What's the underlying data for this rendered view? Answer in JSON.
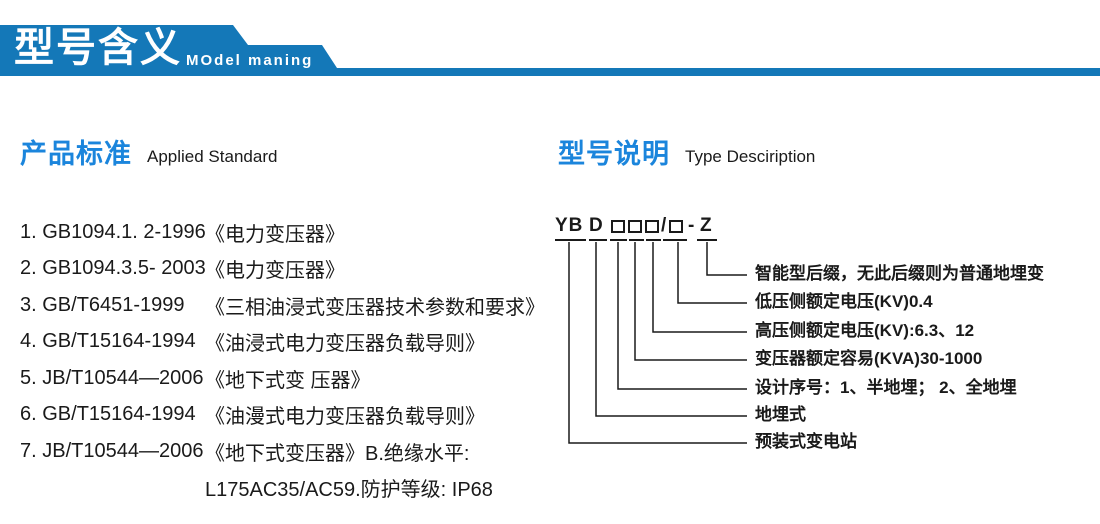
{
  "banner": {
    "title": "型号含义",
    "subtitle": "MOdel maning"
  },
  "standards": {
    "heading": "产品标准",
    "heading_en": "Applied Standard",
    "items": [
      {
        "code": "1. GB1094.1. 2-1996",
        "title": "《电力变压器》"
      },
      {
        "code": "2. GB1094.3.5- 2003",
        "title": "《电力变压器》"
      },
      {
        "code": "3. GB/T6451-1999",
        "title": "《三相油浸式变压器技术参数和要求》"
      },
      {
        "code": "4. GB/T15164-1994",
        "title": "《油浸式电力变压器负载导则》"
      },
      {
        "code": "5. JB/T10544—2006",
        "title": "《地下式变 压器》"
      },
      {
        "code": "6. GB/T15164-1994",
        "title": "《油漫式电力变压器负载导则》"
      },
      {
        "code": "7. JB/T10544—2006",
        "title": "《地下式变压器》B.绝缘水平:"
      },
      {
        "code": "",
        "title": "L175AC35/AC59.防护等级: IP68"
      }
    ]
  },
  "model": {
    "heading": "型号说明",
    "heading_en": "Type Desciription",
    "code": {
      "prefix": "YB",
      "series": "D",
      "box_symbol": "□",
      "slash": "/",
      "dash": "-",
      "suffix": "Z"
    },
    "labels": [
      "智能型后缀，无此后缀则为普通地埋变",
      "低压侧额定电压(KV)0.4",
      "高压侧额定电压(KV):6.3、12",
      "变压器额定容易(KVA)30-1000",
      "设计序号：1、半地埋； 2、全地埋",
      "地埋式",
      "预装式变电站"
    ]
  },
  "colors": {
    "banner_blue": "#1478b8",
    "heading_blue": "#1b85dc",
    "line": "#1a1a1a"
  }
}
